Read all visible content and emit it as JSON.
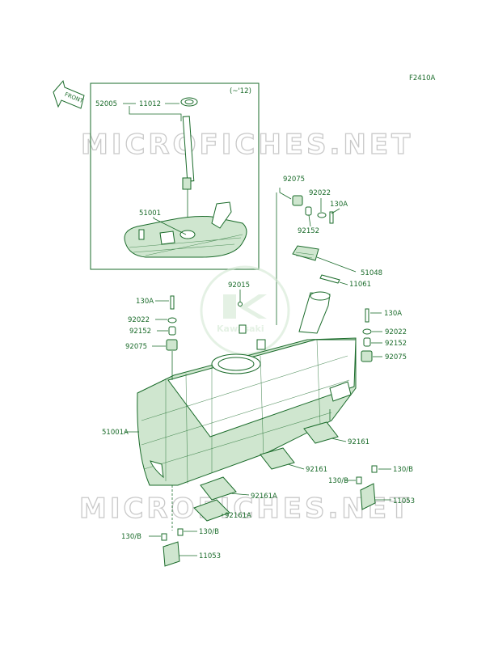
{
  "figure_code": "F2410A",
  "front_arrow": "FRONT",
  "inset_note": "(~'12)",
  "watermark": "MICROFICHES.NET",
  "logo_text": "Kawasaki",
  "colors": {
    "ink": "#1a6b2a",
    "fill": "#cfe6cf",
    "watermark": "#c9c9c9"
  },
  "parts": {
    "p52005": "52005",
    "p11012": "11012",
    "p51001": "51001",
    "p92075_top": "92075",
    "p92022_top": "92022",
    "p130A_top": "130A",
    "p92152_top": "92152",
    "p51048": "51048",
    "p11061": "11061",
    "p92015": "92015",
    "p130A_left": "130A",
    "p92022_left": "92022",
    "p92152_left": "92152",
    "p92075_left": "92075",
    "p130A_right": "130A",
    "p92022_right": "92022",
    "p92152_right": "92152",
    "p92075_right": "92075",
    "p51001A": "51001A",
    "p92161_a": "92161",
    "p92161_b": "92161",
    "p92161A_a": "92161A",
    "p92161A_b": "92161A",
    "p130B_r1": "130/B",
    "p130B_r2": "130/B",
    "p11053_r": "11053",
    "p130B_l1": "130/B",
    "p130B_l2": "130/B",
    "p11053_l": "11053"
  }
}
